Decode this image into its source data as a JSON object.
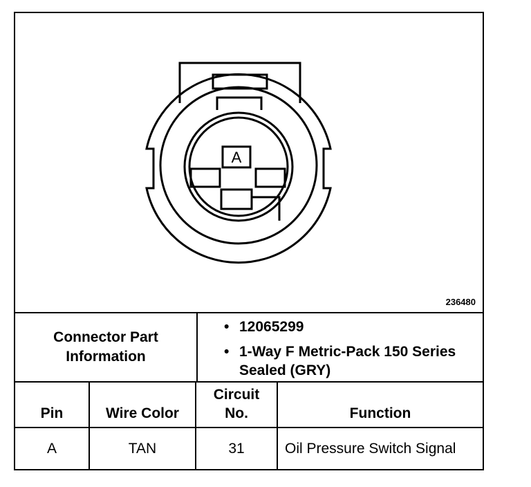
{
  "figure": {
    "pin_label": "A",
    "figure_number": "236480"
  },
  "connector_info": {
    "label": "Connector Part Information",
    "bullet": "•",
    "items": [
      "12065299",
      "1-Way F Metric-Pack 150 Series Sealed (GRY)"
    ]
  },
  "table": {
    "headers": {
      "pin": "Pin",
      "wire_color": "Wire Color",
      "circuit_no": "Circuit No.",
      "function": "Function"
    },
    "rows": [
      {
        "pin": "A",
        "wire_color": "TAN",
        "circuit_no": "31",
        "function": "Oil Pressure Switch Signal"
      }
    ]
  }
}
